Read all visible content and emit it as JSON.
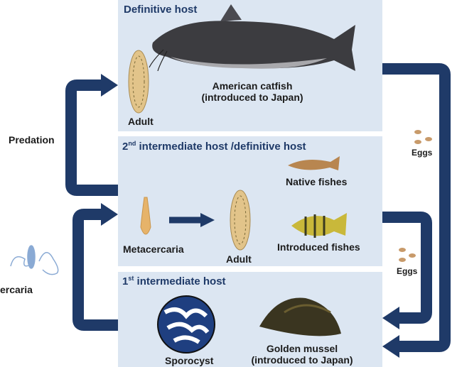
{
  "panels": {
    "definitive": {
      "title": "Definitive host",
      "fish_label_1": "American catfish",
      "fish_label_2": "(introduced to Japan)",
      "adult": "Adult"
    },
    "second": {
      "title_pre": "2",
      "title_sup": "nd",
      "title_post": " intermediate host /definitive host",
      "native": "Native fishes",
      "introduced": "Introduced fishes",
      "metacercaria": "Metacercaria",
      "adult": "Adult"
    },
    "first": {
      "title_pre": "1",
      "title_sup": "st",
      "title_post": " intermediate host",
      "sporocyst": "Sporocyst",
      "mussel_1": "Golden mussel",
      "mussel_2": "(introduced to Japan)"
    }
  },
  "labels": {
    "predation": "Predation",
    "cercaria": "ercaria",
    "eggs_top": "Eggs",
    "eggs_bottom": "Eggs"
  },
  "colors": {
    "arrow": "#1f3a68",
    "panel": "#dce6f2"
  }
}
